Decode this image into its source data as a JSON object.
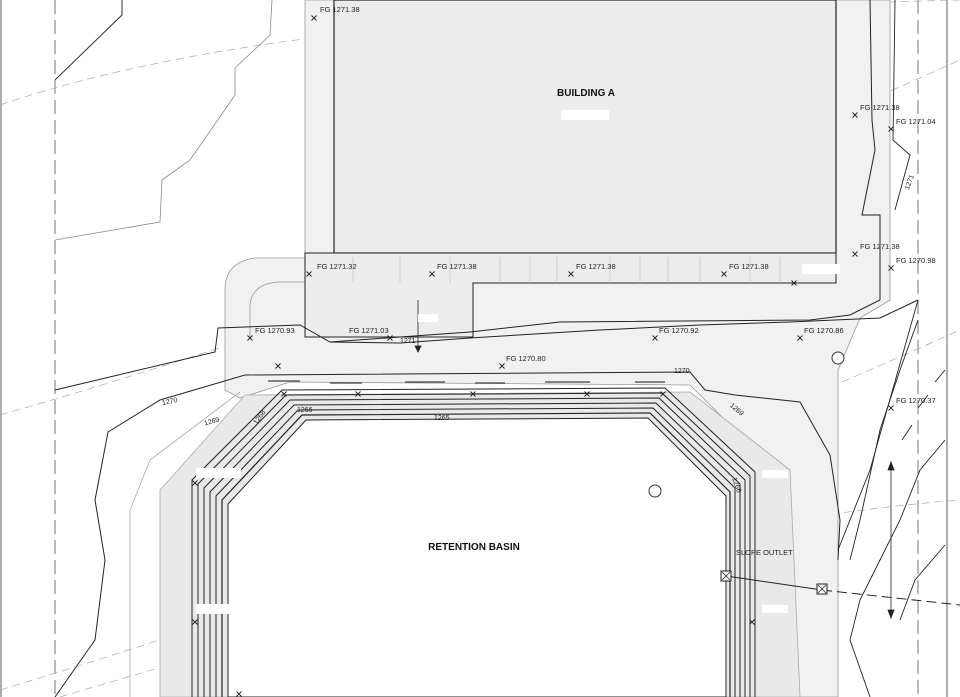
{
  "labels": {
    "building": "BUILDING A",
    "basin": "RETENTION BASIN",
    "outlet": "SLOPE OUTLET"
  },
  "spot_grades": [
    "FG 1271.38",
    "FG 1271.38",
    "FG 1271.04",
    "FG 1271.38",
    "FG 1270.98",
    "FG 1271.32",
    "FG 1271.38",
    "FG 1271.38",
    "FG 1271.38",
    "FG 1270.93",
    "FG 1271.03",
    "FG 1270.92",
    "FG 1270.86",
    "FG 1270.80",
    "FG 1270.37"
  ],
  "contours": [
    "1271",
    "1271",
    "1270",
    "1270",
    "1269",
    "1268",
    "1266",
    "1265",
    "1269",
    "1266"
  ]
}
